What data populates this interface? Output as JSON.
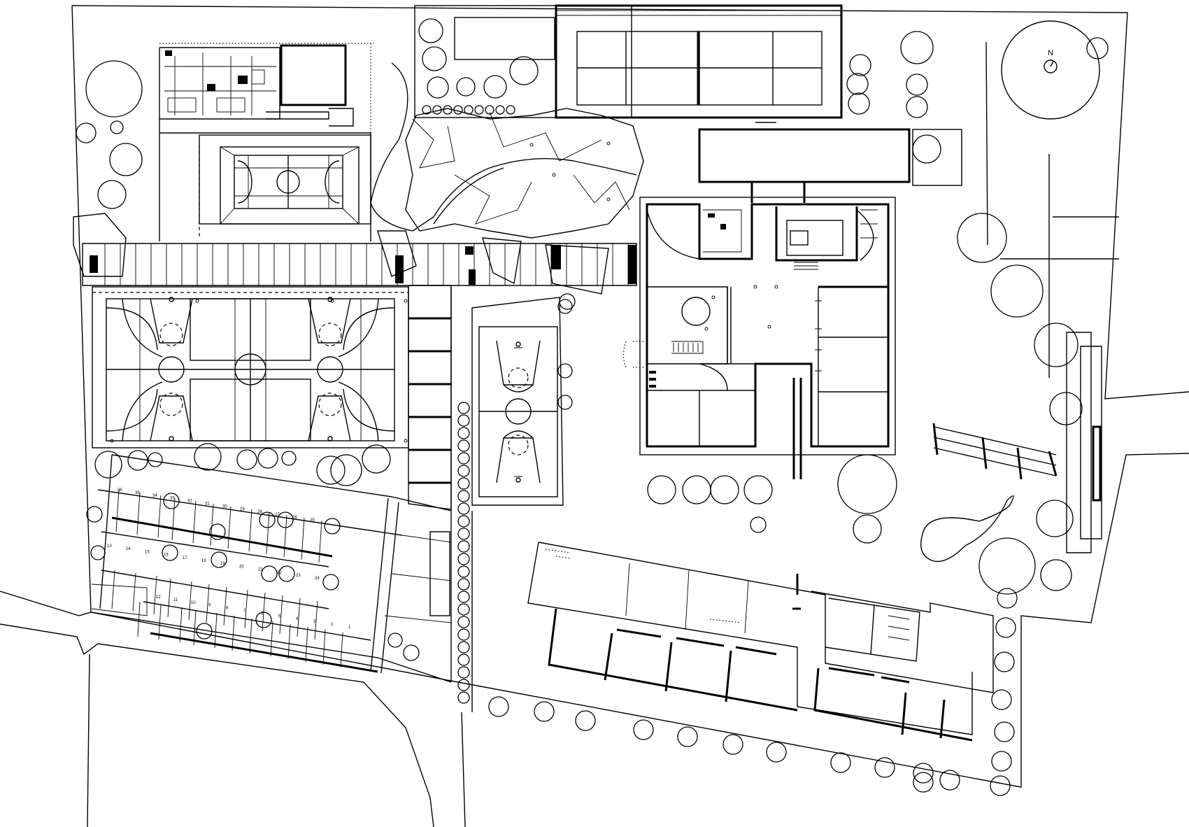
{
  "north_arrow": {
    "label": "N",
    "icon": "north-arrow-icon"
  },
  "parking": {
    "upper_row_numbers": [
      "36",
      "35",
      "34",
      "33",
      "32",
      "31",
      "30",
      "29",
      "28",
      "27",
      "26",
      "25"
    ],
    "middle_row_numbers": [
      "13",
      "14",
      "15",
      "16",
      "17",
      "18",
      "19",
      "20",
      "21",
      "22",
      "23",
      "24"
    ],
    "lower_row_numbers": [
      "12",
      "11",
      "10",
      "9",
      "8",
      "7",
      "6",
      "5",
      "4",
      "3",
      "2",
      "1"
    ]
  },
  "colors": {
    "line": "#000000",
    "background": "#ffffff"
  }
}
